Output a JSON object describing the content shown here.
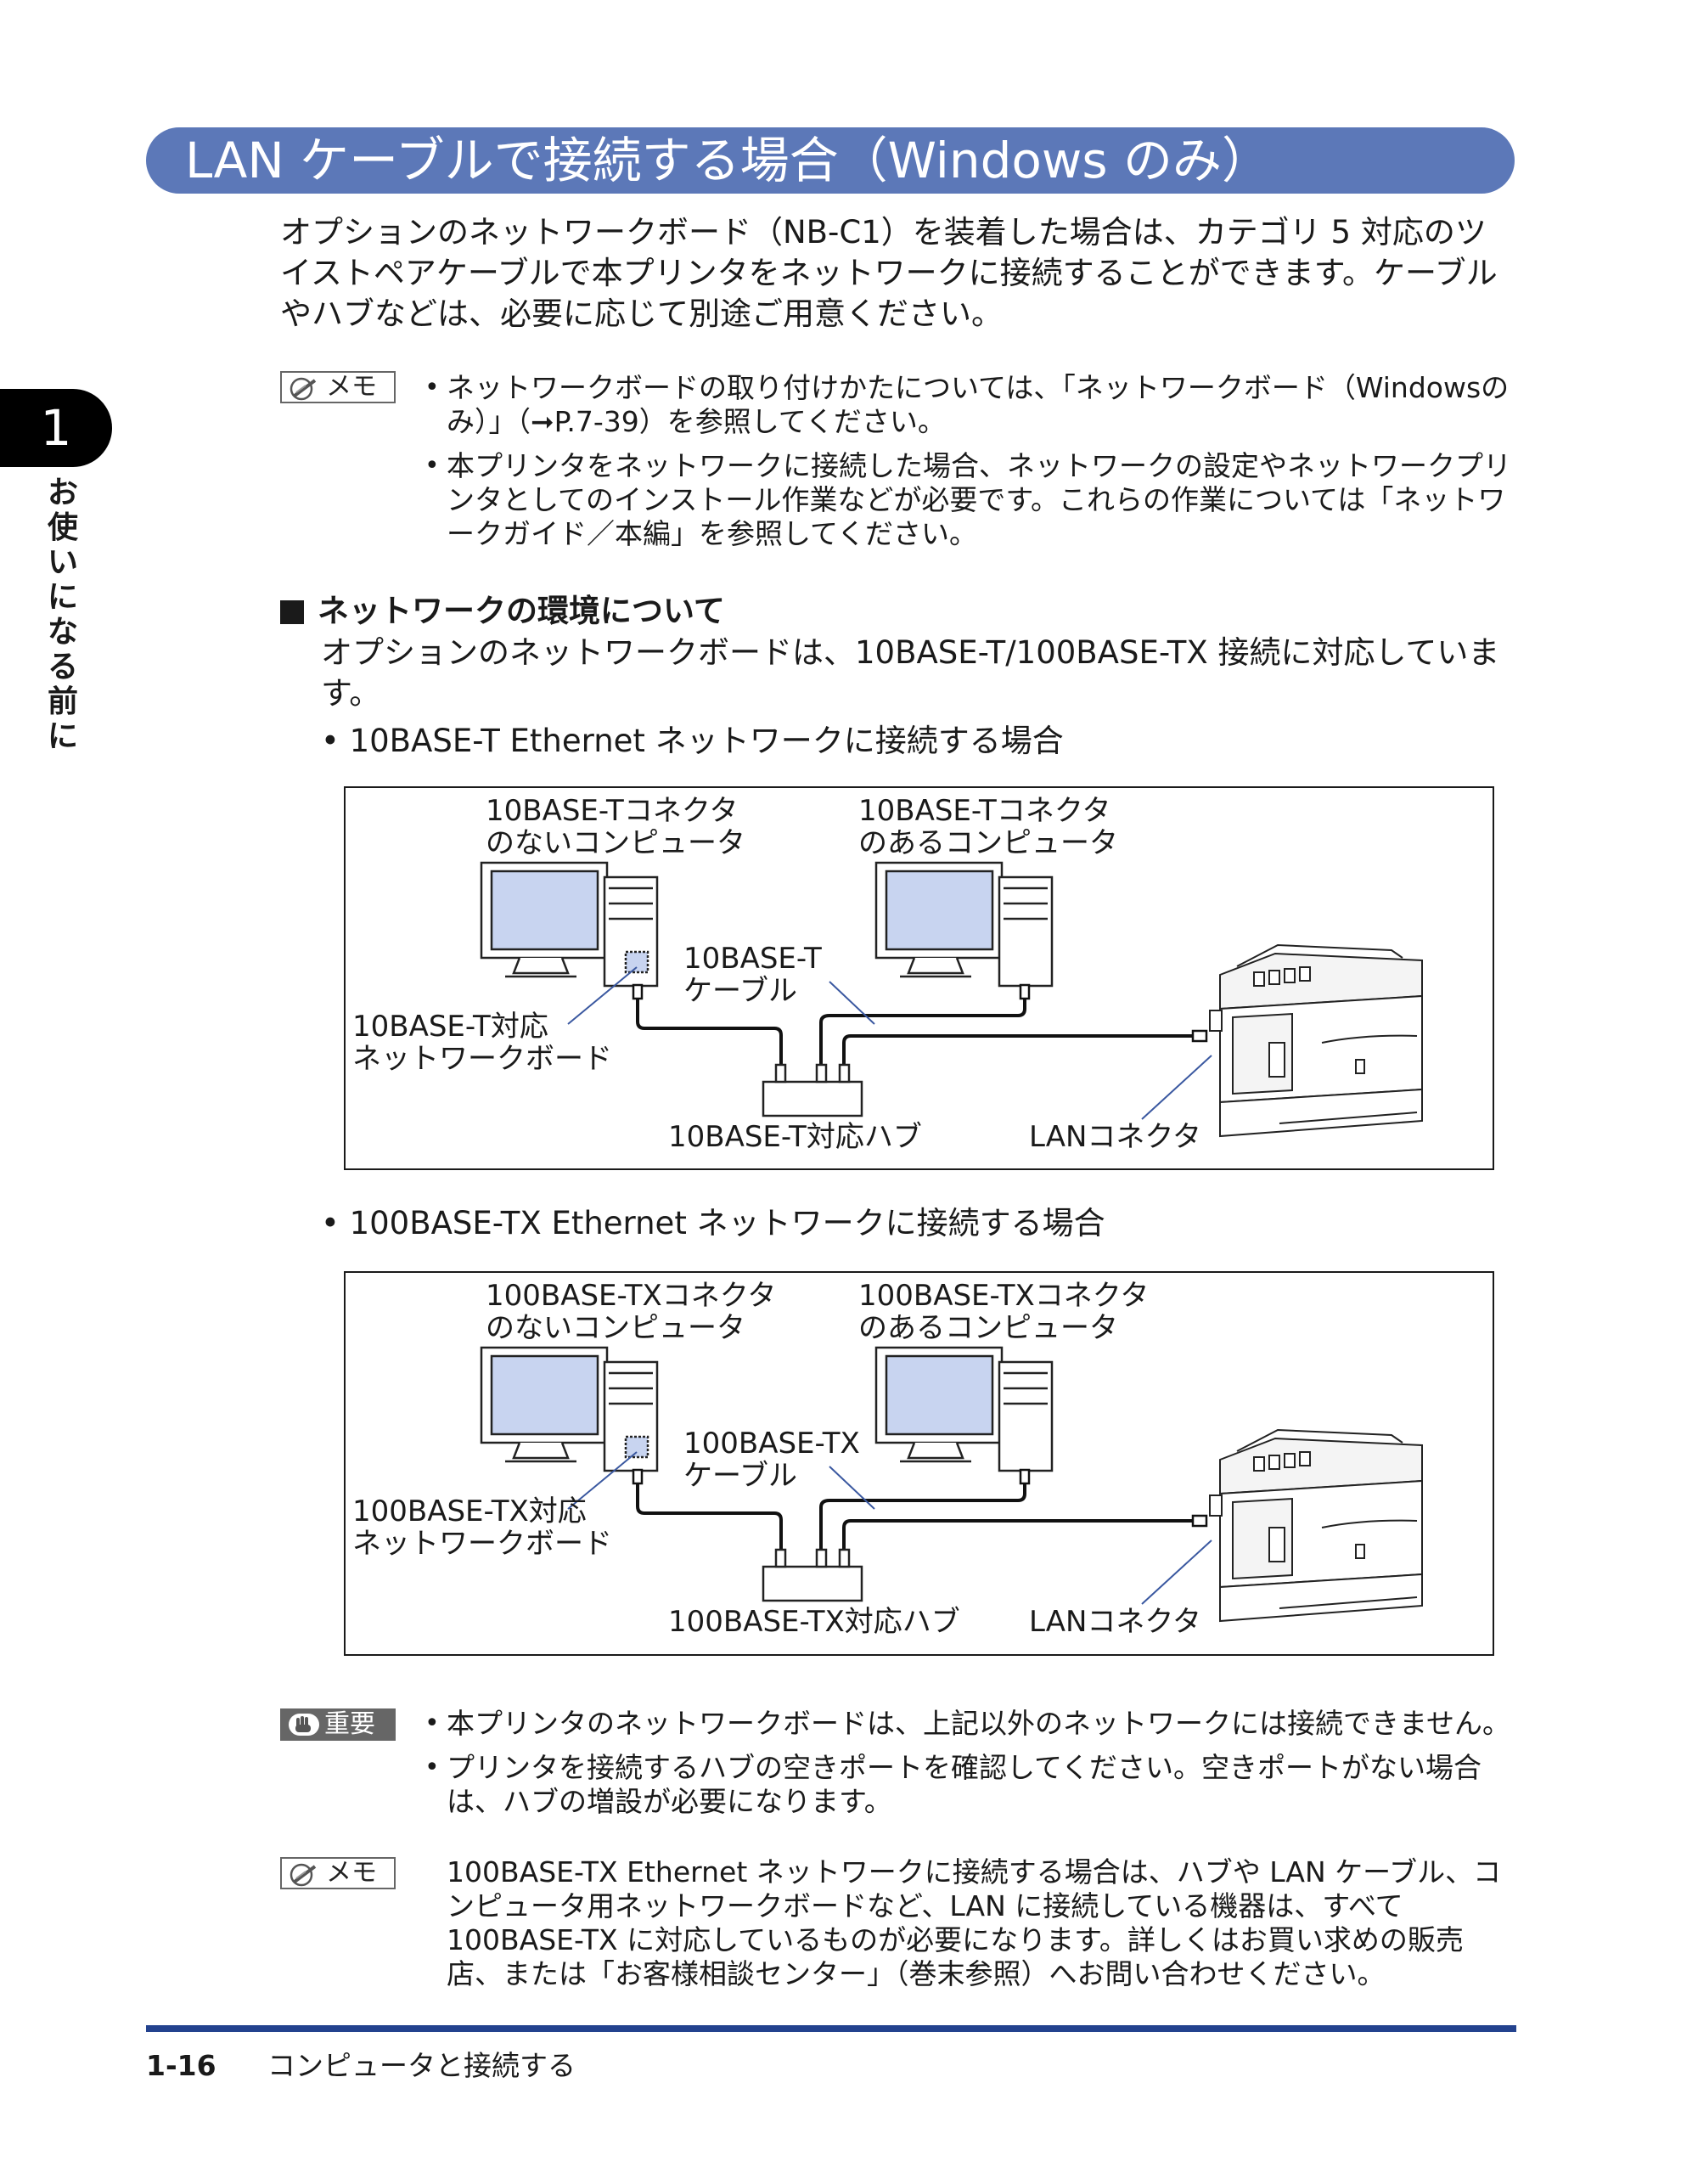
{
  "title": "LAN ケーブルで接続する場合（Windows のみ）",
  "intro": "オプションのネットワークボード（NB-C1）を装着した場合は、カテゴリ 5 対応のツイストペアケーブルで本プリンタをネットワークに接続することができます。ケーブルやハブなどは、必要に応じて別途ご用意ください。",
  "memo1": {
    "badge": "メモ",
    "items": [
      "ネットワークボードの取り付けかたについては、「ネットワークボード（Windowsのみ）」（➞P.7-39）を参照してください。",
      "本プリンタをネットワークに接続した場合、ネットワークの設定やネットワークプリンタとしてのインストール作業などが必要です。これらの作業については「ネットワークガイド／本編」を参照してください。"
    ]
  },
  "section": {
    "heading": "ネットワークの環境について",
    "body": "オプションのネットワークボードは、10BASE-T/100BASE-TX 接続に対応しています。"
  },
  "bullet_char": "•",
  "diagram1": {
    "caption": "10BASE-T Ethernet ネットワークに接続する場合",
    "pc_without": [
      "10BASE-Tコネクタ",
      "のないコンピュータ"
    ],
    "pc_with": [
      "10BASE-Tコネクタ",
      "のあるコンピュータ"
    ],
    "cable": [
      "10BASE-T",
      "ケーブル"
    ],
    "board": [
      "10BASE-T対応",
      "ネットワークボード"
    ],
    "hub": "10BASE-T対応ハブ",
    "lan": "LANコネクタ"
  },
  "diagram2": {
    "caption": "100BASE-TX Ethernet ネットワークに接続する場合",
    "pc_without": [
      "100BASE-TXコネクタ",
      "のないコンピュータ"
    ],
    "pc_with": [
      "100BASE-TXコネクタ",
      "のあるコンピュータ"
    ],
    "cable": [
      "100BASE-TX",
      "ケーブル"
    ],
    "board": [
      "100BASE-TX対応",
      "ネットワークボード"
    ],
    "hub": "100BASE-TX対応ハブ",
    "lan": "LANコネクタ"
  },
  "important": {
    "badge": "重要",
    "items": [
      "本プリンタのネットワークボードは、上記以外のネットワークには接続できません。",
      "プリンタを接続するハブの空きポートを確認してください。空きポートがない場合は、ハブの増設が必要になります。"
    ]
  },
  "memo2": {
    "badge": "メモ",
    "text": "100BASE-TX Ethernet ネットワークに接続する場合は、ハブや LAN ケーブル、コンピュータ用ネットワークボードなど、LAN に接続している機器は、すべて 100BASE-TX に対応しているものが必要になります。詳しくはお買い求めの販売店、または「お客様相談センター」（巻末参照）へお問い合わせください。"
  },
  "chapter": {
    "number": "1",
    "label": "お使いになる前に"
  },
  "footer": {
    "page": "1-16",
    "title": "コンピュータと接続する"
  },
  "colors": {
    "title_bar": "#5c78b8",
    "footer_rule": "#23428e",
    "screen_fill": "#c8d4f0"
  }
}
